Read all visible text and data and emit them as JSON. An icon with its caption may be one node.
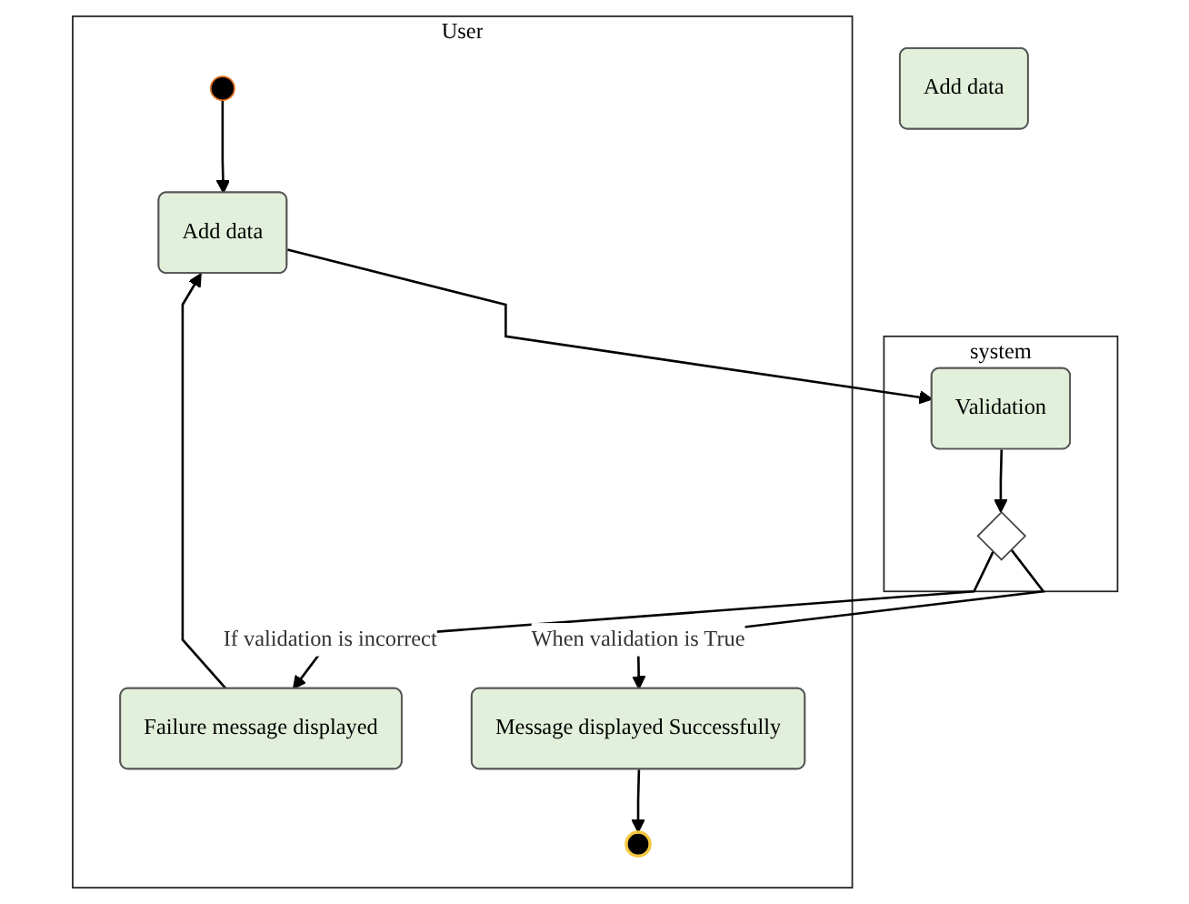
{
  "diagram": {
    "nodes": [
      {
        "text": [
          "User"
        ]
      },
      {
        "text": [],
        "shape": "circle",
        "in": 0
      },
      {
        "text": [
          "Add data"
        ],
        "in": 0
      },
      {
        "text": [
          "Failure message displayed"
        ],
        "in": 0
      },
      {
        "text": [
          "Message displayed Successfully"
        ],
        "in": 0
      },
      {
        "text": [],
        "shape": "circle",
        "in": 0
      },
      {
        "text": [
          "system"
        ]
      },
      {
        "text": [
          "Validation"
        ],
        "in": 6
      },
      {
        "text": [],
        "shape": "diamond",
        "in": 6
      },
      {
        "text": [
          "Add data"
        ]
      }
    ],
    "edges": [
      {
        "from": 1,
        "to": 2,
        "arrow": "to"
      },
      {
        "from": 2,
        "to": 7,
        "arrow": "to"
      },
      {
        "from": 7,
        "to": 8,
        "arrow": "to"
      },
      {
        "from": 8,
        "to": 3,
        "label": "If validation is incorrect",
        "arrow": "to"
      },
      {
        "from": 3,
        "to": 2,
        "arrow": "to"
      },
      {
        "from": 8,
        "to": 4,
        "label": "When validation is True",
        "arrow": "to"
      },
      {
        "from": 4,
        "to": 5,
        "arrow": "to"
      }
    ]
  }
}
